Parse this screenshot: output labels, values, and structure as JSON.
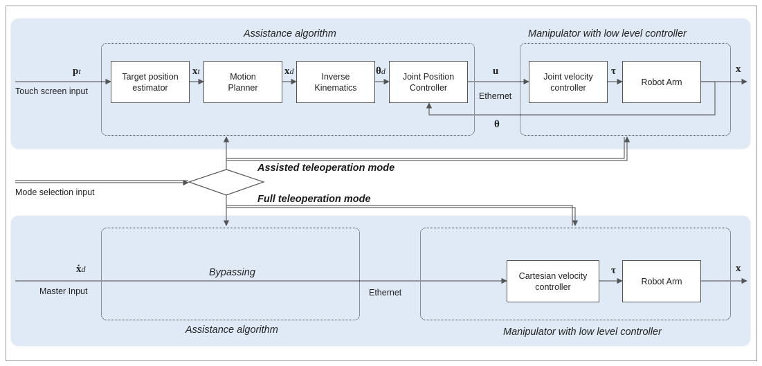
{
  "diagram": {
    "top_panel": {
      "assistance_title": "Assistance algorithm",
      "manipulator_title": "Manipulator with low level controller",
      "input_symbol": "p",
      "input_symbol_sub": "t",
      "input_label": "Touch screen input",
      "blocks": {
        "target_estimator": "Target position\nestimator",
        "motion_planner": "Motion\nPlanner",
        "inverse_kinematics": "Inverse\nKinematics",
        "joint_position_controller": "Joint Position\nController",
        "joint_velocity_controller": "Joint velocity\ncontroller",
        "robot_arm": "Robot Arm"
      },
      "signals": {
        "xt": "x",
        "xt_sub": "t",
        "xd": "x",
        "xd_sub": "d",
        "theta_d": "θ",
        "theta_d_sub": "d",
        "u": "u",
        "tau": "τ",
        "x_out": "x",
        "theta_fb": "θ"
      },
      "ethernet": "Ethernet"
    },
    "mode_selection_label": "Mode selection input",
    "assisted_mode": "Assisted teleoperation mode",
    "full_mode": "Full teleoperation mode",
    "bottom_panel": {
      "input_symbol": "ẋ",
      "input_symbol_sub": "d",
      "input_label": "Master Input",
      "bypassing": "Bypassing",
      "ethernet": "Ethernet",
      "assistance_title": "Assistance algorithm",
      "manipulator_title": "Manipulator with low level controller",
      "blocks": {
        "cartesian_velocity_controller": "Cartesian velocity\ncontroller",
        "robot_arm": "Robot Arm"
      },
      "signals": {
        "tau": "τ",
        "x_out": "x"
      }
    }
  }
}
